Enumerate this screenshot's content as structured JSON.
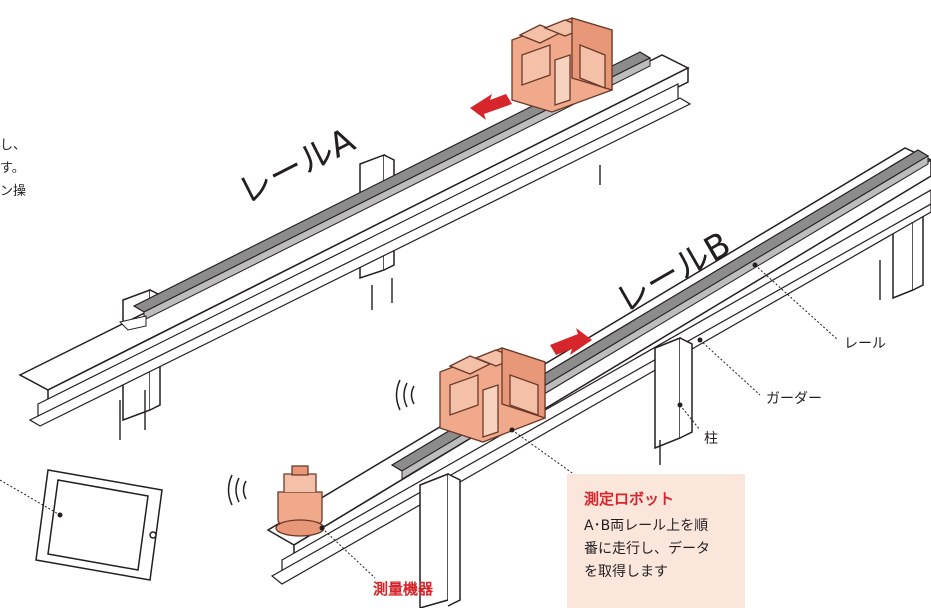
{
  "rails": {
    "a_label": "レールA",
    "b_label": "レールB"
  },
  "side_note": {
    "line1": "し、",
    "line2": "す。",
    "line3": "ン操"
  },
  "labels": {
    "rail": "レール",
    "girder": "ガーダー",
    "pillar": "柱",
    "instrument": "測量機器"
  },
  "robot_callout": {
    "title": "測定ロボット",
    "line1": "A･B両レール上を順",
    "line2": "番に走行し、データ",
    "line3": "を取得します"
  },
  "colors": {
    "robot_fill": "#f0a98a",
    "robot_stroke": "#6b3a2a",
    "arrow": "#d6262b",
    "rail_top": "#8c8c8c",
    "callout_bg": "#fbe6dc",
    "accent_text": "#d6262b"
  },
  "icons": [
    "signal-wave-icon",
    "tablet-icon",
    "direction-arrow-icon"
  ]
}
